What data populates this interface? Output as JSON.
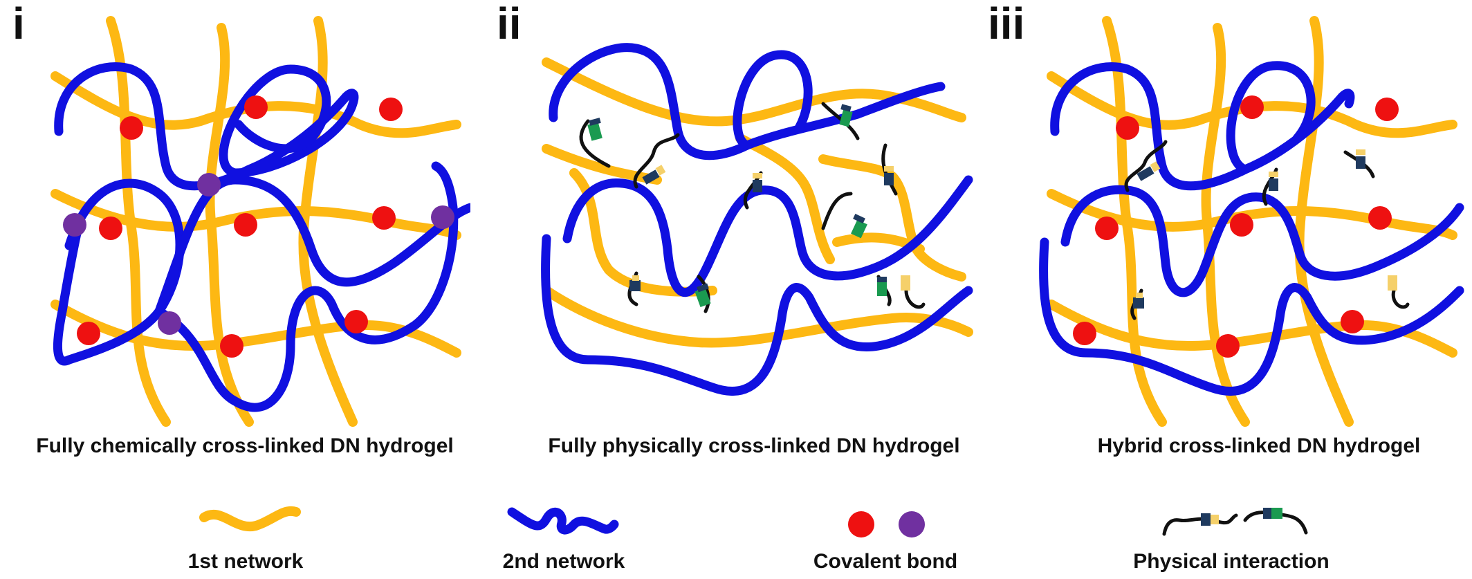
{
  "panels": [
    {
      "label": "i",
      "caption": "Fully chemically cross-linked DN hydrogel"
    },
    {
      "label": "ii",
      "caption": "Fully physically cross-linked DN hydrogel"
    },
    {
      "label": "iii",
      "caption": "Hybrid cross-linked DN hydrogel"
    }
  ],
  "legend": {
    "first_network": "1st network",
    "second_network": "2nd network",
    "covalent_bond": "Covalent bond",
    "physical_interaction": "Physical interaction"
  },
  "colors": {
    "first_network": "#FDB813",
    "second_network": "#1010E0",
    "covalent_bond_first": "#EE1111",
    "covalent_bond_second": "#7030A0",
    "physical_link": "#111111",
    "physical_block_navy": "#1F3A5F",
    "physical_block_green": "#1A9A50",
    "physical_block_tan": "#F5D06A"
  }
}
